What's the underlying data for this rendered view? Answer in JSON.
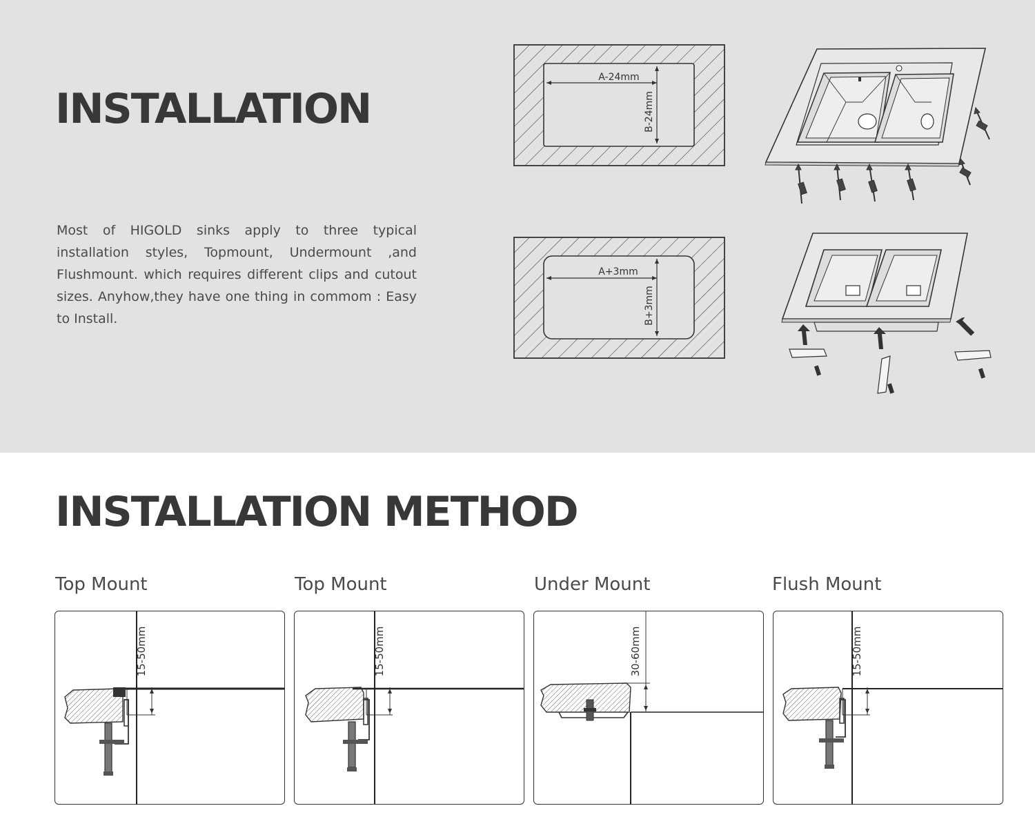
{
  "installation": {
    "title": "INSTALLATION",
    "description": "Most of HIGOLD sinks apply to three typical installation styles, Topmount, Undermount ,and Flushmount. which requires different clips and cutout sizes. Anyhow,they have one thing in commom : Easy to Install.",
    "cutouts": [
      {
        "width_label": "A-24mm",
        "height_label": "B-24mm"
      },
      {
        "width_label": "A+3mm",
        "height_label": "B+3mm"
      }
    ]
  },
  "method": {
    "title": "INSTALLATION METHOD",
    "panels": [
      {
        "label": "Top Mount",
        "dimension": "15-50mm"
      },
      {
        "label": "Top Mount",
        "dimension": "15-50mm"
      },
      {
        "label": "Under Mount",
        "dimension": "30-60mm"
      },
      {
        "label": "Flush Mount",
        "dimension": "15-50mm"
      }
    ]
  }
}
